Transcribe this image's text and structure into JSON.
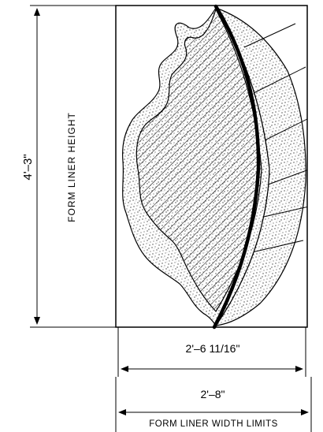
{
  "drawing": {
    "height_dimension": "4'–3\"",
    "height_label": "FORM LINER HEIGHT",
    "inner_width_dimension": "2'–6 11/16\"",
    "outer_width_dimension": "2'–8\"",
    "width_label": "FORM LINER WIDTH LIMITS"
  },
  "colors": {
    "line": "#000000",
    "background": "#ffffff"
  }
}
